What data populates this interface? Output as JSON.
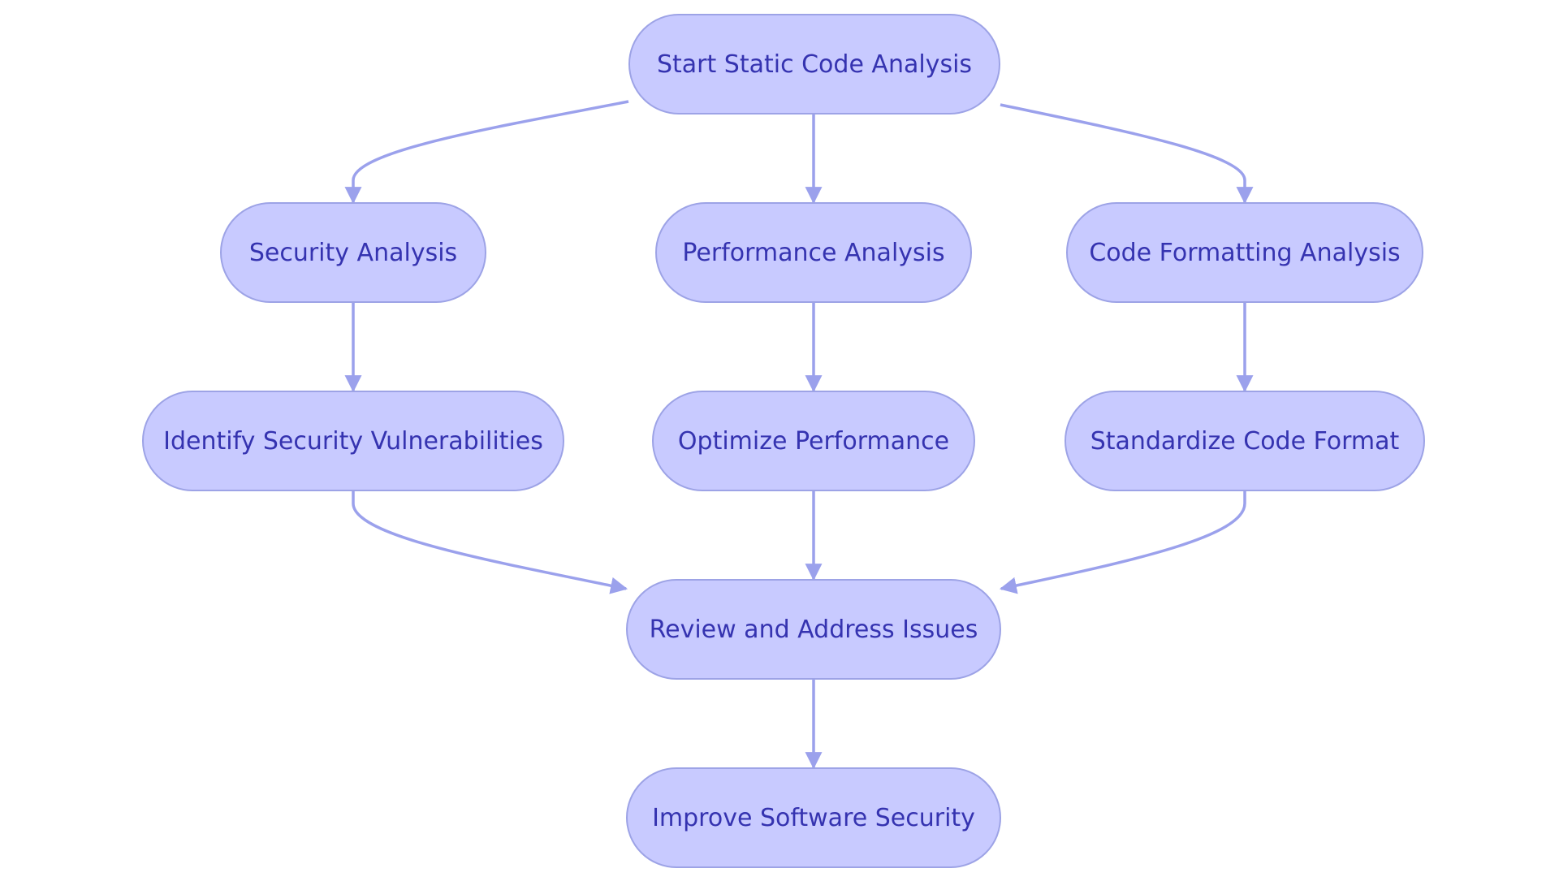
{
  "diagram": {
    "type": "flowchart",
    "colors": {
      "node_fill": "#c8caff",
      "node_border": "#9da3e6",
      "node_text": "#3533b0",
      "edge": "#9ba1ec",
      "background": "#ffffff"
    },
    "nodes": {
      "start": "Start Static Code Analysis",
      "security": "Security Analysis",
      "performance": "Performance Analysis",
      "formatting": "Code Formatting Analysis",
      "vulnerabilities": "Identify Security Vulnerabilities",
      "optimize": "Optimize Performance",
      "standardize": "Standardize Code Format",
      "review": "Review and Address Issues",
      "improve": "Improve Software Security"
    },
    "edges": [
      {
        "from": "start",
        "to": "security"
      },
      {
        "from": "start",
        "to": "performance"
      },
      {
        "from": "start",
        "to": "formatting"
      },
      {
        "from": "security",
        "to": "vulnerabilities"
      },
      {
        "from": "performance",
        "to": "optimize"
      },
      {
        "from": "formatting",
        "to": "standardize"
      },
      {
        "from": "vulnerabilities",
        "to": "review"
      },
      {
        "from": "optimize",
        "to": "review"
      },
      {
        "from": "standardize",
        "to": "review"
      },
      {
        "from": "review",
        "to": "improve"
      }
    ]
  }
}
